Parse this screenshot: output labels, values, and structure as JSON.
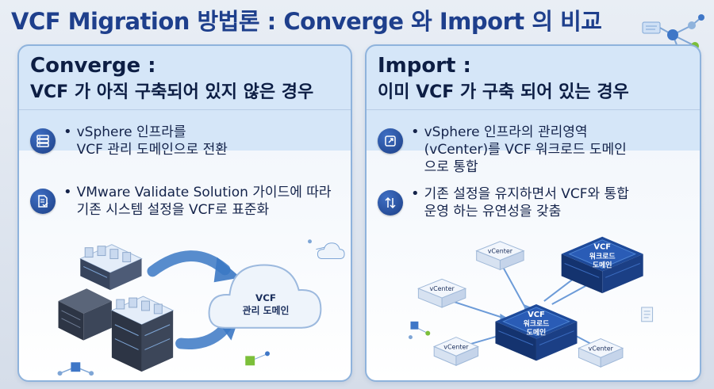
{
  "title": "VCF Migration 방법론 : Converge 와 Import 의 비교",
  "converge": {
    "heading": "Converge :",
    "subheading": "VCF 가 아직 구축되어 있지 않은 경우",
    "bullets": [
      {
        "icon": "server-icon",
        "lines": [
          "vSphere 인프라를",
          "VCF 관리 도메인으로 전환"
        ]
      },
      {
        "icon": "document-check-icon",
        "lines": [
          "VMware Validate Solution 가이드에 따라",
          "기존 시스템 설정을 VCF로 표준화"
        ]
      }
    ],
    "cloud_label": [
      "VCF",
      "관리 도메인"
    ]
  },
  "import": {
    "heading": "Import :",
    "subheading": "이미 VCF 가 구축 되어 있는 경우",
    "bullets": [
      {
        "icon": "external-link-icon",
        "lines": [
          "vSphere 인프라의 관리영역",
          "(vCenter)를 VCF 워크로드 도메인",
          "으로 통합"
        ]
      },
      {
        "icon": "sync-arrows-icon",
        "lines": [
          "기존 설정을 유지하면서 VCF와 통합",
          "운영 하는 유연성을 갖춤"
        ]
      }
    ],
    "vcenter_label": "vCenter",
    "domain_label": [
      "VCF",
      "워크로드",
      "도메인"
    ]
  },
  "colors": {
    "title": "#1e3f8c",
    "panel_header": "#d5e6f8",
    "panel_border": "#8fb3dc",
    "icon_blue": "#1c3f86",
    "arrow_blue": "#3b78c4",
    "node_green": "#7cbf3a"
  }
}
